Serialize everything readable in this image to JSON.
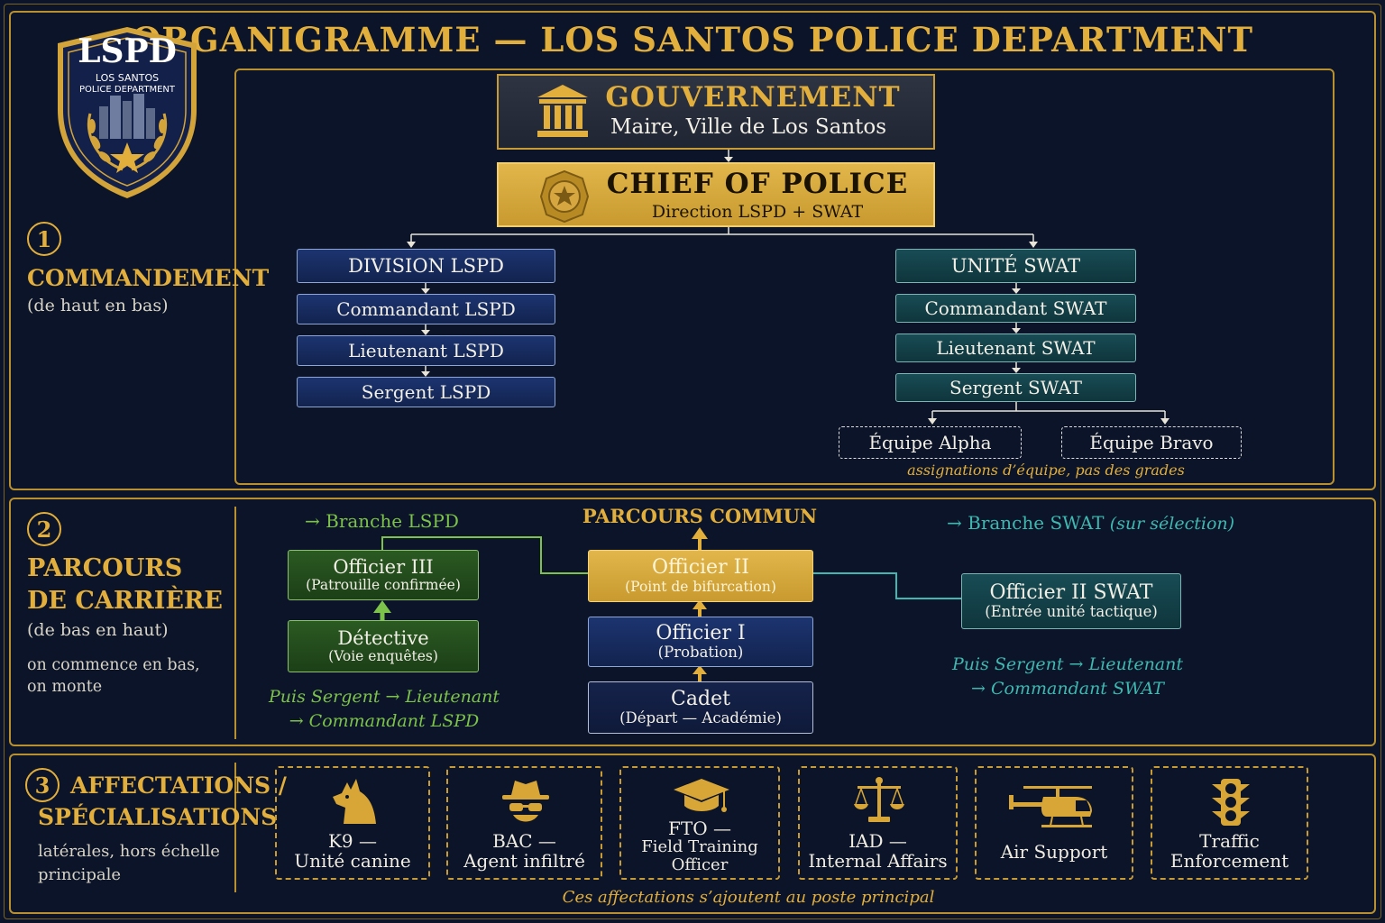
{
  "title": "ORGANIGRAMME — LOS SANTOS POLICE DEPARTMENT",
  "logo": {
    "main": "LSPD",
    "line1": "LOS SANTOS",
    "line2": "POLICE DEPARTMENT",
    "icon": "police-shield-icon"
  },
  "section1": {
    "number": "1",
    "title": "COMMANDEMENT",
    "subtitle": "(de haut en bas)",
    "government": {
      "title": "GOUVERNEMENT",
      "subtitle": "Maire, Ville de Los Santos",
      "icon": "government-building-icon"
    },
    "chief": {
      "title": "CHIEF OF POLICE",
      "subtitle": "Direction LSPD + SWAT",
      "icon": "police-badge-icon"
    },
    "lspd": [
      "DIVISION LSPD",
      "Commandant LSPD",
      "Lieutenant LSPD",
      "Sergent LSPD"
    ],
    "swat": [
      "UNITÉ SWAT",
      "Commandant SWAT",
      "Lieutenant SWAT",
      "Sergent SWAT"
    ],
    "teams": [
      "Équipe Alpha",
      "Équipe Bravo"
    ],
    "teams_note": "assignations d’équipe, pas des grades"
  },
  "section2": {
    "number": "2",
    "title_line1": "PARCOURS",
    "title_line2": "DE CARRIÈRE",
    "subtitle": "(de bas en haut)",
    "note_line1": "on commence en bas,",
    "note_line2": "on monte",
    "common_label": "PARCOURS COMMUN",
    "lspd_branch": "→ Branche LSPD",
    "swat_branch": "→ Branche SWAT",
    "swat_branch_note": "(sur sélection)",
    "officer3": {
      "title": "Officier III",
      "subtitle": "(Patrouille confirmée)"
    },
    "detective": {
      "title": "Détective",
      "subtitle": "(Voie enquêtes)"
    },
    "officer2": {
      "title": "Officier II",
      "subtitle": "(Point de bifurcation)"
    },
    "officer1": {
      "title": "Officier I",
      "subtitle": "(Probation)"
    },
    "cadet": {
      "title": "Cadet",
      "subtitle": "(Départ — Académie)"
    },
    "officer2_swat": {
      "title": "Officier II SWAT",
      "subtitle": "(Entrée unité tactique)"
    },
    "lspd_then_line1": "Puis Sergent → Lieutenant",
    "lspd_then_line2": "→ Commandant LSPD",
    "swat_then_line1": "Puis Sergent → Lieutenant",
    "swat_then_line2": "→ Commandant SWAT"
  },
  "section3": {
    "number": "3",
    "title_line1": "AFFECTATIONS /",
    "title_line2": "SPÉCIALISATIONS",
    "note_line1": "latérales, hors échelle",
    "note_line2": "principale",
    "footer": "Ces affectations s’ajoutent au poste principal",
    "items": [
      {
        "line1": "K9 —",
        "line2": "Unité canine",
        "icon": "dog-icon"
      },
      {
        "line1": "BAC —",
        "line2": "Agent infiltré",
        "icon": "spy-icon"
      },
      {
        "line1": "FTO —",
        "line2": "Field Training",
        "line3": "Officer",
        "icon": "graduation-cap-icon"
      },
      {
        "line1": "IAD —",
        "line2": "Internal Affairs",
        "icon": "scales-icon"
      },
      {
        "line1": "Air Support",
        "icon": "helicopter-icon"
      },
      {
        "line1": "Traffic",
        "line2": "Enforcement",
        "icon": "traffic-light-icon"
      }
    ]
  },
  "colors": {
    "background": "#0b1428",
    "gold": "#e2ae3c",
    "lspd_blue": "#1a2f66",
    "swat_teal": "#154249",
    "lspd_branch_green": "#7dc24a",
    "swat_branch_teal": "#3fb8b0"
  }
}
